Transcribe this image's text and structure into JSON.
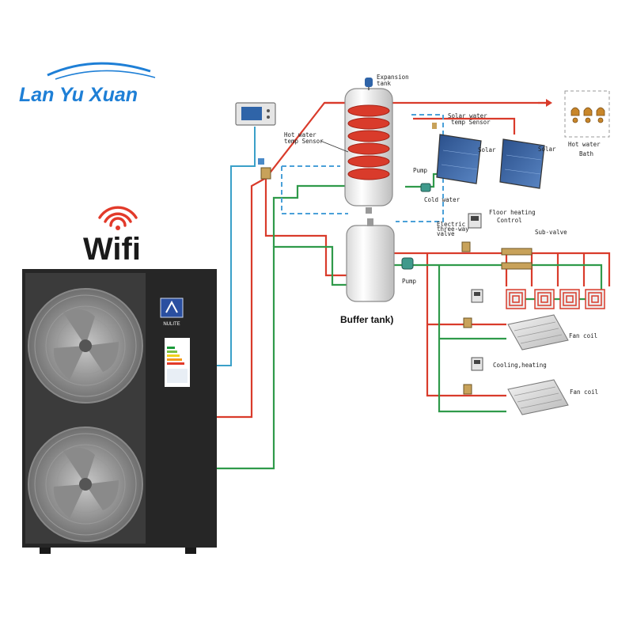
{
  "logo": {
    "text": "Lan Yu Xuan",
    "color": "#1e7fd6"
  },
  "wifi": {
    "label": "Wifi"
  },
  "unit": {
    "brand": "NULITE"
  },
  "labels": {
    "expansion_tank": "Expansion",
    "expansion_tank_2": "tank",
    "hot_water_sensor_1": "Hot water",
    "hot_water_sensor_2": "temp Sensor",
    "solar_sensor_1": "Solar water",
    "solar_sensor_2": "temp Sensor",
    "solar_1": "Solar",
    "solar_2": "Solar",
    "pump_1": "Pump",
    "cold_water": "Cold water",
    "hot_water_1": "Hot water",
    "bath": "Bath",
    "buffer_tank": "Buffer tank)",
    "pump_2": "Pump",
    "floor_heating_1": "Floor heating",
    "floor_heating_2": "Control",
    "electric_valve_1": "Electric",
    "electric_valve_2": "three-way",
    "electric_valve_3": "valve",
    "sub_valve": "Sub-valve",
    "fan_coil_1": "Fan coil",
    "cooling_heating": "Cooling,heating",
    "fan_coil_2": "Fan coil"
  },
  "colors": {
    "hot": "#d93b2b",
    "cold_return": "#2f9a4a",
    "signal": "#3aa0c8",
    "dash": "#4aa0d8"
  }
}
